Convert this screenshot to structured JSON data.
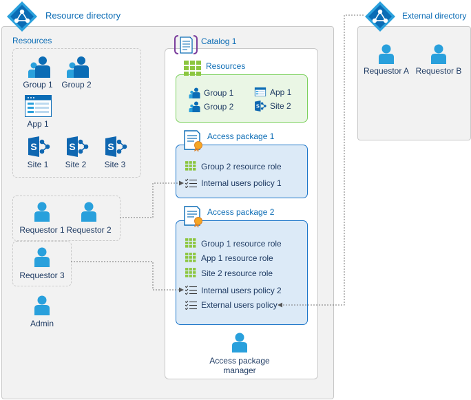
{
  "resource_directory": {
    "title": "Resource directory"
  },
  "external_directory": {
    "title": "External directory",
    "requestors": [
      "Requestor A",
      "Requestor B"
    ]
  },
  "resources": {
    "title": "Resources",
    "groups": [
      "Group 1",
      "Group 2"
    ],
    "app": "App 1",
    "sites": [
      "Site 1",
      "Site 2",
      "Site 3"
    ]
  },
  "requestors": {
    "r1": "Requestor 1",
    "r2": "Requestor 2",
    "r3": "Requestor 3",
    "admin": "Admin"
  },
  "catalog": {
    "title": "Catalog 1",
    "resources_title": "Resources",
    "resource_items": [
      "Group 1",
      "Group 2",
      "App 1",
      "Site 2"
    ],
    "manager": "Access package manager"
  },
  "access_package_1": {
    "title": "Access package 1",
    "roles": [
      "Group 2 resource role"
    ],
    "policies": [
      "Internal users policy 1"
    ]
  },
  "access_package_2": {
    "title": "Access package 2",
    "roles": [
      "Group 1 resource role",
      "App 1 resource role",
      "Site 2 resource role"
    ],
    "policies": [
      "Internal users policy 2",
      "External users policy"
    ]
  },
  "colors": {
    "brand_blue": "#1b75c9",
    "person_blue": "#29a0dc",
    "sharepoint_blue": "#0f67b1",
    "grid_green": "#8cc63f",
    "resources_green_bg": "#eaf6e5",
    "access_package_bg": "#dceaf7",
    "panel_gray": "#f2f2f2",
    "catalog_purple": "#7a3d9c"
  }
}
